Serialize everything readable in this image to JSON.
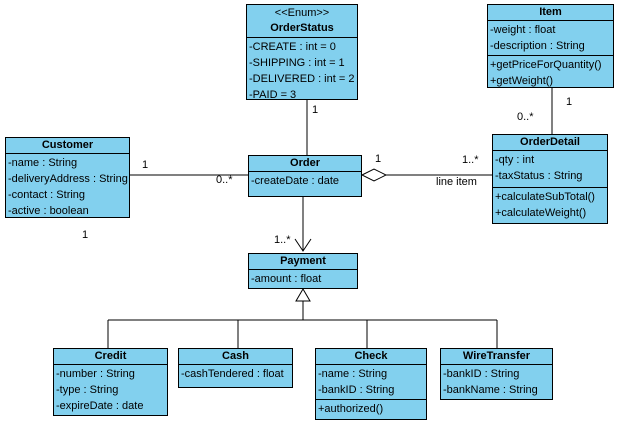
{
  "colors": {
    "class_fill": "#82D0EE",
    "line": "#000000",
    "background": "#FFFFFF"
  },
  "classes": {
    "order_status": {
      "stereotype": "<<Enum>>",
      "name": "OrderStatus",
      "attributes": [
        "-CREATE : int = 0",
        "-SHIPPING : int = 1",
        "-DELIVERED : int = 2",
        "-PAID = 3"
      ],
      "operations": []
    },
    "item": {
      "name": "Item",
      "attributes": [
        "-weight : float",
        "-description : String"
      ],
      "operations": [
        "+getPriceForQuantity()",
        "+getWeight()"
      ]
    },
    "customer": {
      "name": "Customer",
      "attributes": [
        "-name : String",
        "-deliveryAddress : String",
        "-contact : String",
        "-active : boolean"
      ],
      "operations": []
    },
    "order": {
      "name": "Order",
      "attributes": [
        "-createDate : date"
      ],
      "operations": []
    },
    "order_detail": {
      "name": "OrderDetail",
      "attributes": [
        "-qty : int",
        "-taxStatus : String"
      ],
      "operations": [
        "+calculateSubTotal()",
        "+calculateWeight()"
      ]
    },
    "payment": {
      "name": "Payment",
      "attributes": [
        "-amount : float"
      ],
      "operations": []
    },
    "credit": {
      "name": "Credit",
      "attributes": [
        "-number : String",
        "-type : String",
        "-expireDate : date"
      ],
      "operations": []
    },
    "cash": {
      "name": "Cash",
      "attributes": [
        "-cashTendered : float"
      ],
      "operations": []
    },
    "check": {
      "name": "Check",
      "attributes": [
        "-name : String",
        "-bankID : String"
      ],
      "operations": [
        "+authorized()"
      ]
    },
    "wire_transfer": {
      "name": "WireTransfer",
      "attributes": [
        "-bankID : String",
        "-bankName : String"
      ],
      "operations": []
    }
  },
  "relationships": {
    "status_to_order": {
      "multiplicity": "1"
    },
    "customer_to_order": {
      "customer_end": "1",
      "order_end": "0..*",
      "customer_below": "1"
    },
    "order_to_detail": {
      "order_end": "1",
      "detail_end": "1..*",
      "label": "line item"
    },
    "item_to_detail": {
      "item_end": "1",
      "detail_end": "0..*"
    },
    "order_to_payment": {
      "payment_end": "1..*"
    }
  }
}
